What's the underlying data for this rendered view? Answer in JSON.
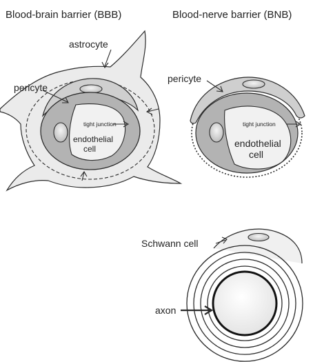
{
  "titles": {
    "bbb": "Blood-brain barrier (BBB)",
    "bnb": "Blood-nerve barrier (BNB)"
  },
  "bbb": {
    "astrocyte": "astrocyte",
    "pericyte": "pericyte",
    "tight_junction": "tight junction",
    "endothelial_line1": "endothelial",
    "endothelial_line2": "cell"
  },
  "bnb": {
    "pericyte": "pericyte",
    "tight_junction": "tight junction",
    "endothelial_line1": "endothelial",
    "endothelial_line2": "cell"
  },
  "myelin": {
    "schwann": "Schwann cell",
    "axon": "axon"
  },
  "colors": {
    "astrocyte_fill": "#ebebeb",
    "pericyte_fill": "#cfcfcf",
    "endothelium_fill": "#b3b3b3",
    "lumen_fill": "#f1f1f1",
    "outline": "#2a2a2a",
    "axon_fill": "#f2f2f2"
  }
}
